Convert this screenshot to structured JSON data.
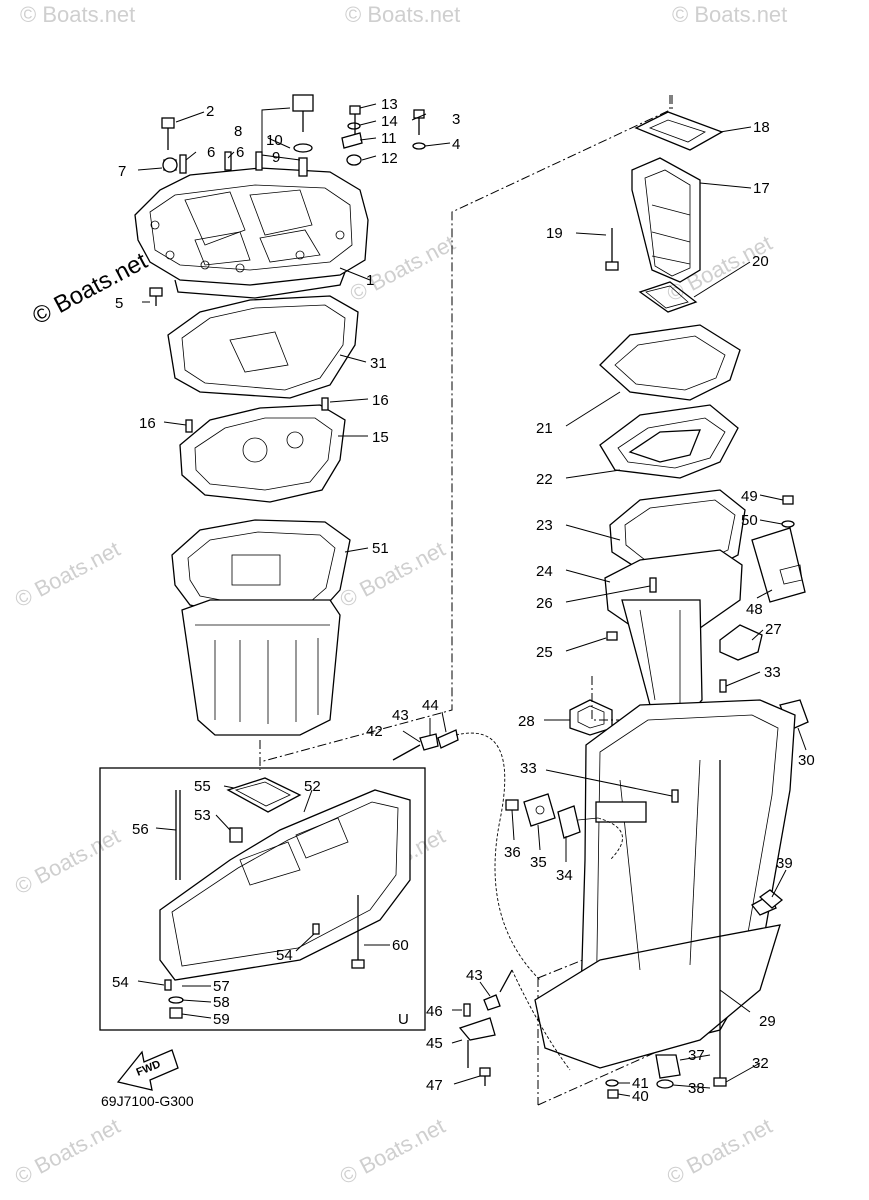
{
  "watermark": {
    "text": "© Boats.net",
    "faint_text": "© Boats.net",
    "color": "#cfcfcf"
  },
  "diagram_code": "69J7100-G300",
  "fwd_label": "FWD",
  "inset_label": "U",
  "callouts": {
    "c1": "1",
    "c2": "2",
    "c3": "3",
    "c4": "4",
    "c5": "5",
    "c6a": "6",
    "c6b": "6",
    "c7": "7",
    "c8": "8",
    "c9": "9",
    "c10": "10",
    "c11": "11",
    "c12": "12",
    "c13": "13",
    "c14": "14",
    "c15": "15",
    "c16a": "16",
    "c16b": "16",
    "c17": "17",
    "c18": "18",
    "c19": "19",
    "c20": "20",
    "c21": "21",
    "c22": "22",
    "c23": "23",
    "c24": "24",
    "c25": "25",
    "c26": "26",
    "c27": "27",
    "c28": "28",
    "c29": "29",
    "c30": "30",
    "c31": "31",
    "c32": "32",
    "c33a": "33",
    "c33b": "33",
    "c34": "34",
    "c35": "35",
    "c36": "36",
    "c37": "37",
    "c38": "38",
    "c39": "39",
    "c40": "40",
    "c41": "41",
    "c42": "42",
    "c43a": "43",
    "c43b": "43",
    "c44": "44",
    "c45": "45",
    "c46": "46",
    "c47": "47",
    "c48": "48",
    "c49": "49",
    "c50": "50",
    "c51": "51",
    "c52": "52",
    "c53": "53",
    "c54a": "54",
    "c54b": "54",
    "c55": "55",
    "c56": "56",
    "c57": "57",
    "c58": "58",
    "c59": "59",
    "c60": "60"
  }
}
